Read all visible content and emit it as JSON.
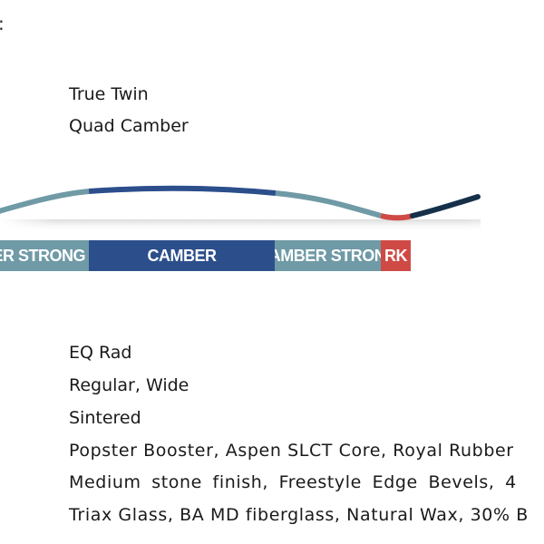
{
  "corner_mark": ":",
  "profile": {
    "shape": "True Twin",
    "camber": "Quad Camber",
    "zones": [
      {
        "label": "CAMBER STRONG",
        "color": "#6f9aa6"
      },
      {
        "label": "CAMBER",
        "color": "#2c4f8c"
      },
      {
        "label": "CAMBER STRONG",
        "color": "#6f9aa6"
      },
      {
        "label": "RK",
        "color": "#cf4a45"
      }
    ],
    "curve_colors": {
      "camber_strong": "#6f9aa6",
      "camber": "#2c4f8c",
      "rocker": "#cf4a45",
      "tip": "#16304a"
    }
  },
  "specs": {
    "sidecut": "EQ Rad",
    "widths": "Regular, Wide",
    "base": "Sintered",
    "core": "Popster Booster, Aspen SLCT Core, Royal Rubber",
    "finish": "Medium stone finish, Freestyle Edge Bevels, 4",
    "materials": "Triax Glass, BA MD fiberglass, Natural Wax, 30% B"
  }
}
